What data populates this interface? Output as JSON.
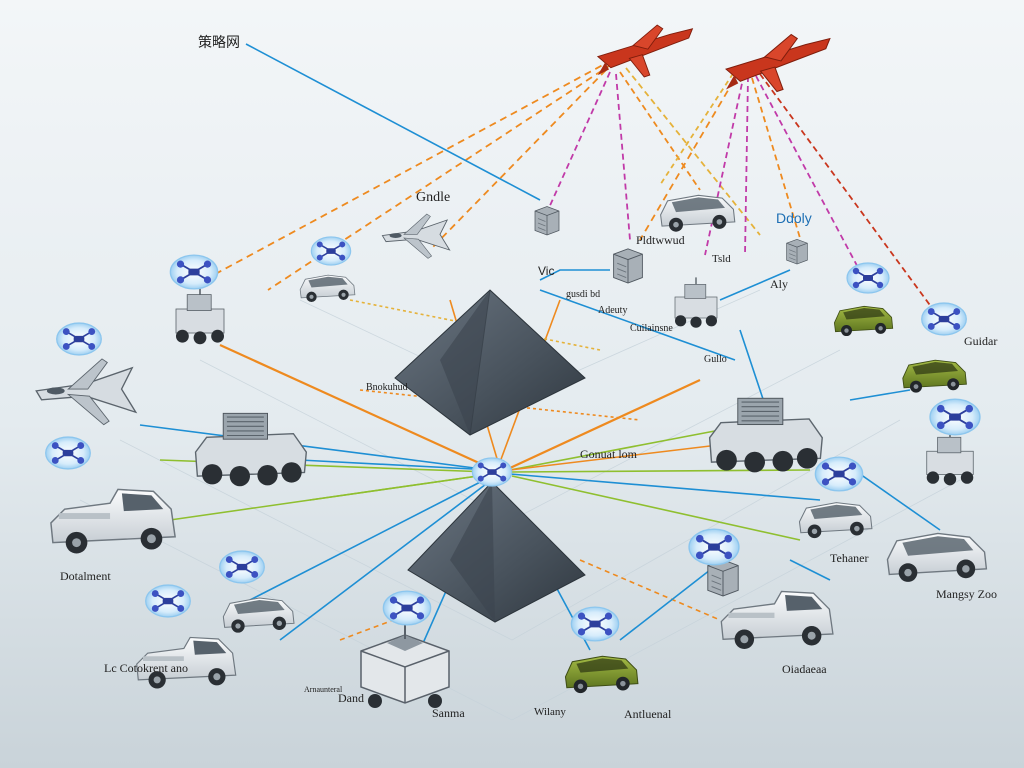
{
  "labels": {
    "top_left": "策略网",
    "gndle": "Gndle",
    "dloly": "Ddoly",
    "pldtwwud": "Pldtwwud",
    "tsld": "Tsld",
    "vic": "Vic",
    "aly": "Aly",
    "gusdi_bd": "gusdi bd",
    "adeuty": "Adeuty",
    "cuilainsne": "Cuilainsne",
    "gullo": "Gullo",
    "guidar": "Guidar",
    "bnokuhud": "Bnokuhud",
    "gonuat_lom": "Gonuat lom",
    "dotalment": "Dotalment",
    "tehaner": "Tehaner",
    "mangsy_zoo": "Mangsy Zoo",
    "lc_cotokrent": "Lc Cotokrent ano",
    "dand": "Dand",
    "small_annot": "Arnaunteral",
    "sanma": "Sanma",
    "wilany": "Wilany",
    "antluenal": "Antluenal",
    "oiadaeaa": "Oiadaeaa"
  },
  "colors": {
    "missile_red": "#c9361d",
    "link_orange": "#ee8a1f",
    "link_blue": "#1e8fd4",
    "link_magenta": "#c13aa8",
    "link_green": "#8fbf2f",
    "mountain": "#4a5560",
    "olive_vehicle": "#7f9a2e",
    "white_vehicle": "#e8ecef"
  },
  "icons": [
    "missile-icon",
    "fighter-jet-icon",
    "drone-icon",
    "suv-icon",
    "pickup-truck-icon",
    "armored-vehicle-icon",
    "mobile-radar-icon",
    "relay-box-icon",
    "mountain-icon",
    "signal-hub-icon"
  ]
}
